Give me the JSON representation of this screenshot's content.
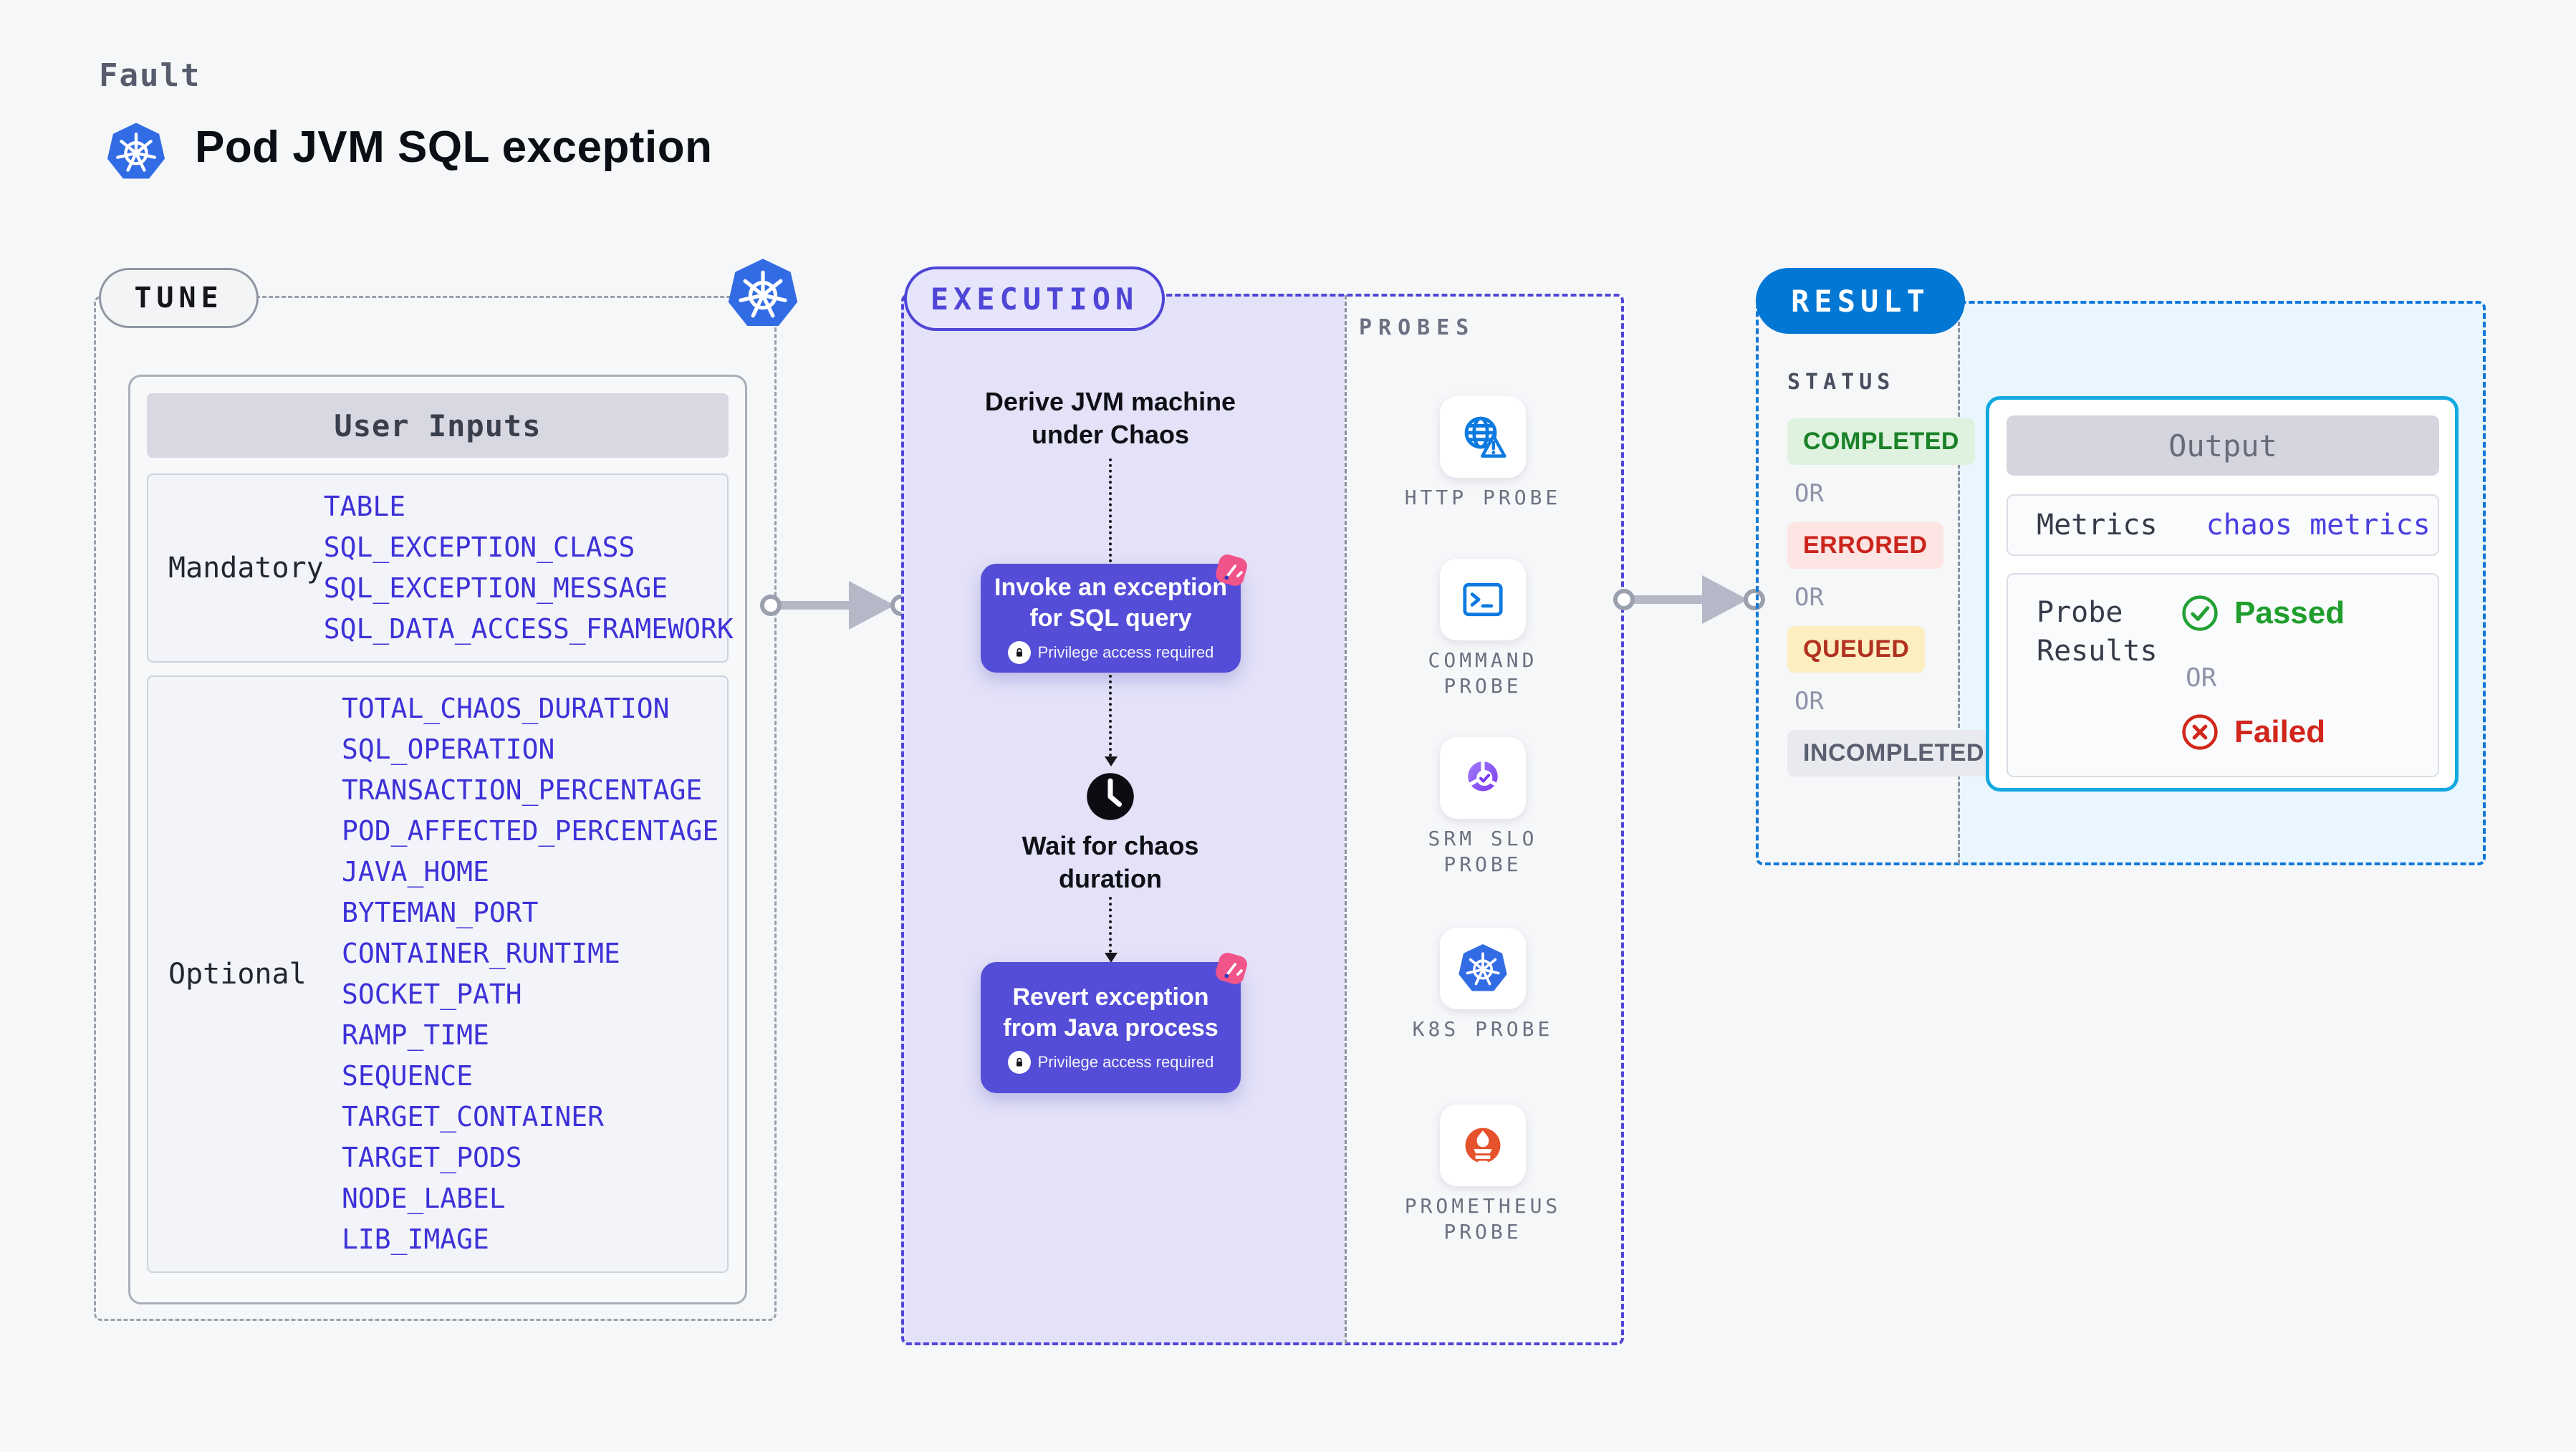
{
  "page": {
    "eyebrow": "Fault",
    "title": "Pod JVM SQL exception"
  },
  "tune": {
    "badge": "TUNE",
    "table_header": "User Inputs",
    "groups": [
      {
        "label": "Mandatory",
        "params": [
          "TABLE",
          "SQL_EXCEPTION_CLASS",
          "SQL_EXCEPTION_MESSAGE",
          "SQL_DATA_ACCESS_FRAMEWORK"
        ]
      },
      {
        "label": "Optional",
        "params": [
          "TOTAL_CHAOS_DURATION",
          "SQL_OPERATION",
          "TRANSACTION_PERCENTAGE",
          "POD_AFFECTED_PERCENTAGE",
          "JAVA_HOME",
          "BYTEMAN_PORT",
          "CONTAINER_RUNTIME",
          "SOCKET_PATH",
          "RAMP_TIME",
          "SEQUENCE",
          "TARGET_CONTAINER",
          "TARGET_PODS",
          "NODE_LABEL",
          "LIB_IMAGE"
        ]
      }
    ]
  },
  "execution": {
    "badge": "EXECUTION",
    "derive": {
      "line1": "Derive JVM machine",
      "line2": "under Chaos"
    },
    "invoke": {
      "line1": "Invoke an exception",
      "line2": "for SQL query",
      "note": "Privilege access required"
    },
    "wait": {
      "line1": "Wait for chaos",
      "line2": "duration"
    },
    "revert": {
      "line1": "Revert exception",
      "line2": "from Java process",
      "note": "Privilege access required"
    }
  },
  "probes": {
    "title": "PROBES",
    "items": [
      {
        "icon": "http-probe-icon",
        "sym": "sym-globe-warning",
        "lines": [
          "HTTP PROBE"
        ]
      },
      {
        "icon": "command-probe-icon",
        "sym": "sym-terminal",
        "lines": [
          "COMMAND",
          "PROBE"
        ]
      },
      {
        "icon": "srm-slo-probe-icon",
        "sym": "sym-srm",
        "lines": [
          "SRM SLO",
          "PROBE"
        ]
      },
      {
        "icon": "k8s-probe-icon",
        "sym": "sym-k8s",
        "lines": [
          "K8S PROBE"
        ]
      },
      {
        "icon": "prometheus-probe-icon",
        "sym": "sym-prometheus",
        "lines": [
          "PROMETHEUS",
          "PROBE"
        ]
      }
    ]
  },
  "result": {
    "badge": "RESULT",
    "status_title": "STATUS",
    "or_label": "OR",
    "statuses": [
      {
        "label": "COMPLETED",
        "variant": "completed"
      },
      {
        "label": "ERRORED",
        "variant": "errored"
      },
      {
        "label": "QUEUED",
        "variant": "queued"
      },
      {
        "label": "INCOMPLETED",
        "variant": "incompleted"
      }
    ],
    "output": {
      "header": "Output",
      "metrics_label": "Metrics",
      "metrics_value": "chaos metrics",
      "probe_results_line1": "Probe",
      "probe_results_line2": "Results",
      "passed": "Passed",
      "failed": "Failed"
    }
  },
  "colors": {
    "accent_indigo": "#4f46d7",
    "action_purple": "#544dd8",
    "litmus_pink": "#f0548a",
    "probe_blue": "#0d7ae0",
    "k8s_blue": "#326ce5",
    "result_blue": "#0277d4",
    "output_border_cyan": "#12a8e0",
    "param_blue": "#3d31d8",
    "passed_green": "#1f9e2c",
    "failed_red": "#d1261b",
    "completed_bg": "#def2df",
    "completed_text": "#1a8128",
    "errored_bg": "#fce5e3",
    "errored_text": "#cb241c",
    "queued_bg": "#fdeec0",
    "queued_text": "#b13220",
    "incompleted_bg": "#e9eaef",
    "incompleted_text": "#595f6e"
  }
}
